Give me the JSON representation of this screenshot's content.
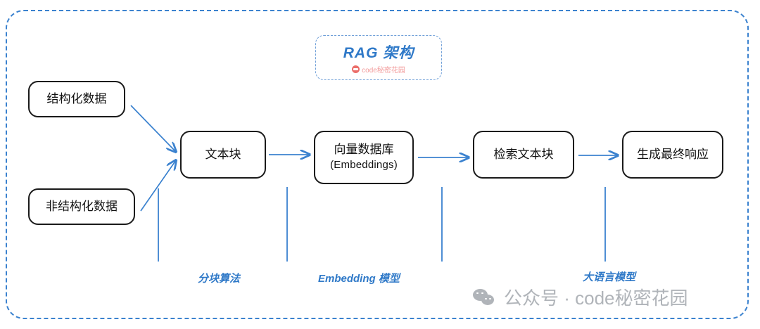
{
  "diagram": {
    "title": "RAG 架构",
    "title_watermark": "code秘密花园",
    "title_logo_icon": "red-circle-logo-icon",
    "frame_color": "#3b82cf",
    "node_border_color": "#1a1a1a",
    "arrow_color": "#3b82cf",
    "annotation_color": "#2f79c8"
  },
  "nodes": {
    "structured": {
      "label": "结构化数据"
    },
    "unstructured": {
      "label": "非结构化数据"
    },
    "chunks": {
      "label": "文本块"
    },
    "vectordb": {
      "line1": "向量数据库",
      "line2": "(Embeddings)"
    },
    "retrieve": {
      "label": "检索文本块"
    },
    "generate": {
      "label": "生成最终响应"
    }
  },
  "annotations": {
    "chunking": "分块算法",
    "embedding": "Embedding 模型",
    "llm": "大语言模型"
  },
  "watermark": {
    "icon": "wechat-icon",
    "text": "公众号 · code秘密花园"
  }
}
